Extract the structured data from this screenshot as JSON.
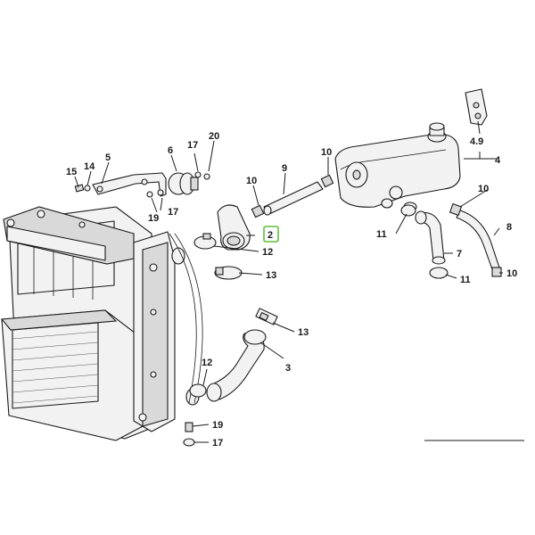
{
  "diagram": {
    "highlight_color": "#5fbf3a",
    "callouts": {
      "c2": "2",
      "c3": "3",
      "c4": "4",
      "c4_9": "4.9",
      "c5": "5",
      "c6": "6",
      "c7": "7",
      "c8": "8",
      "c9": "9",
      "c10a": "10",
      "c10b": "10",
      "c10c": "10",
      "c10d": "10",
      "c11a": "11",
      "c11b": "11",
      "c12a": "12",
      "c12b": "12",
      "c13a": "13",
      "c13b": "13",
      "c14": "14",
      "c15": "15",
      "c17a": "17",
      "c17b": "17",
      "c17c": "17",
      "c19a": "19",
      "c19b": "19",
      "c20": "20"
    }
  }
}
